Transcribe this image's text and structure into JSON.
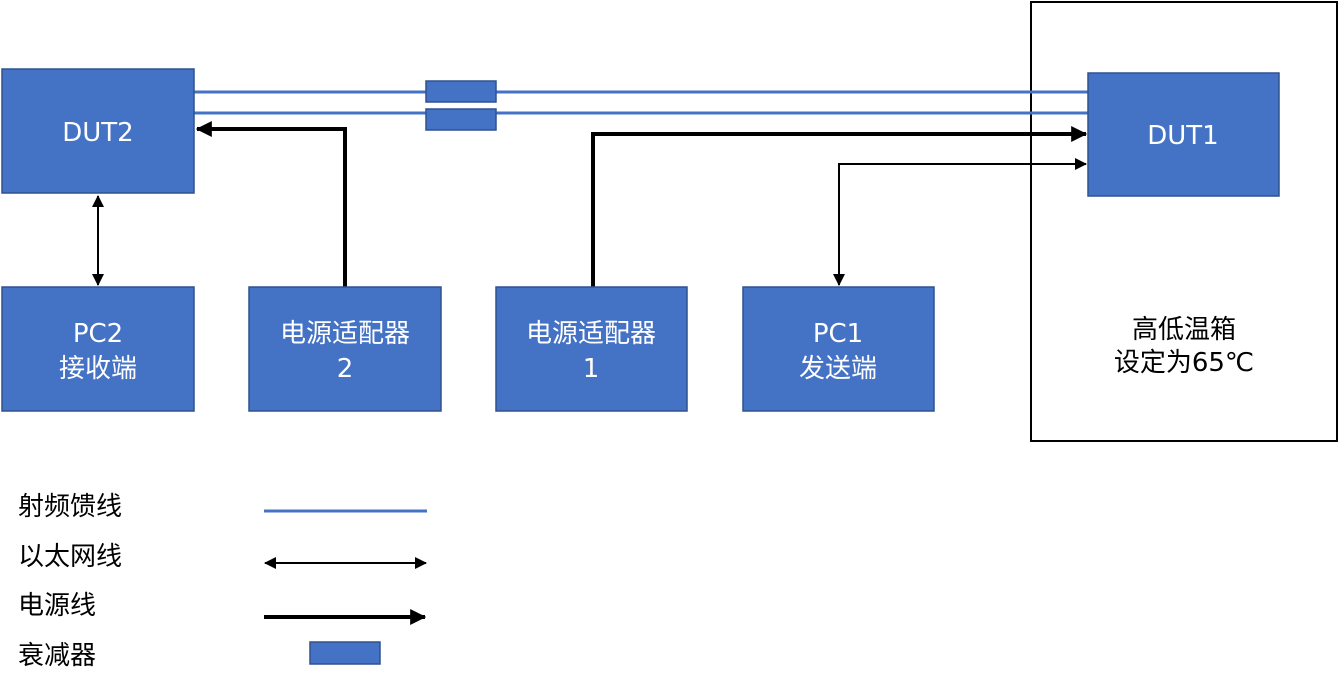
{
  "colors": {
    "box_fill": "#4472C4",
    "box_stroke": "#2F528F",
    "rf_line": "#4472C4",
    "ethernet_line": "#000000",
    "power_line": "#000000",
    "chamber_border": "#000000",
    "text_on_box": "#FFFFFF"
  },
  "nodes": {
    "dut2": {
      "label": "DUT2"
    },
    "dut1": {
      "label": "DUT1"
    },
    "pc2": {
      "line1": "PC2",
      "line2": "接收端"
    },
    "pc1": {
      "line1": "PC1",
      "line2": "发送端"
    },
    "adapter2": {
      "line1": "电源适配器",
      "line2": "2"
    },
    "adapter1": {
      "line1": "电源适配器",
      "line2": "1"
    }
  },
  "chamber": {
    "line1": "高低温箱",
    "line2": "设定为65℃"
  },
  "legend": {
    "rf_cable": "射频馈线",
    "ethernet_cable": "以太网线",
    "power_cable": "电源线",
    "attenuator": "衰减器"
  }
}
